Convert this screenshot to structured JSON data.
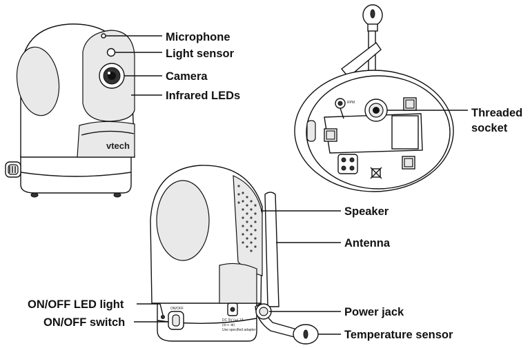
{
  "labels": {
    "microphone": "Microphone",
    "light_sensor": "Light sensor",
    "camera": "Camera",
    "infrared_leds": "Infrared LEDs",
    "threaded_socket_line1": "Threaded",
    "threaded_socket_line2": "socket",
    "speaker": "Speaker",
    "antenna": "Antenna",
    "power_jack": "Power jack",
    "temperature_sensor": "Temperature sensor",
    "onoff_led_light": "ON/OFF LED light",
    "onoff_switch": "ON/OFF switch"
  },
  "device_text": {
    "brand": "vtech",
    "onoff_marking": "ON/OFF",
    "bottom_marking": "RPM",
    "rating_line1": "DC 5V  (⎓) 1A",
    "rating_line2": "(⊖-◐-⊕)",
    "rating_line3": "Use specified adapter"
  }
}
